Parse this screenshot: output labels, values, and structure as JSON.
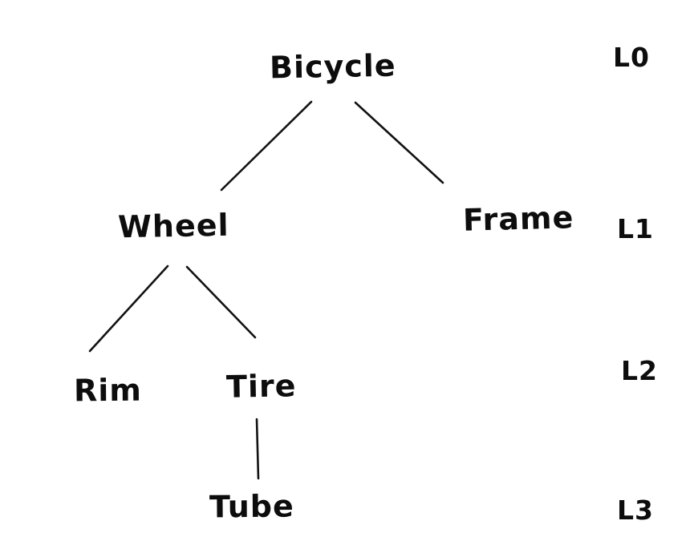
{
  "diagram": {
    "type": "tree",
    "description": "Hand-drawn component hierarchy tree of a bicycle",
    "root": "Bicycle",
    "nodes": [
      {
        "id": "bicycle",
        "label": "Bicycle",
        "level": "L0",
        "parent": null
      },
      {
        "id": "wheel",
        "label": "Wheel",
        "level": "L1",
        "parent": "bicycle"
      },
      {
        "id": "frame",
        "label": "Frame",
        "level": "L1",
        "parent": "bicycle"
      },
      {
        "id": "rim",
        "label": "Rim",
        "level": "L2",
        "parent": "wheel"
      },
      {
        "id": "tire",
        "label": "Tire",
        "level": "L2",
        "parent": "wheel"
      },
      {
        "id": "tube",
        "label": "Tube",
        "level": "L3",
        "parent": "tire"
      }
    ],
    "edges": [
      {
        "from": "bicycle",
        "to": "wheel"
      },
      {
        "from": "bicycle",
        "to": "frame"
      },
      {
        "from": "wheel",
        "to": "rim"
      },
      {
        "from": "wheel",
        "to": "tire"
      },
      {
        "from": "tire",
        "to": "tube"
      }
    ],
    "level_labels": [
      "L0",
      "L1",
      "L2",
      "L3"
    ]
  },
  "colors": {
    "ink": "#0d0d0d",
    "background": "#ffffff"
  }
}
